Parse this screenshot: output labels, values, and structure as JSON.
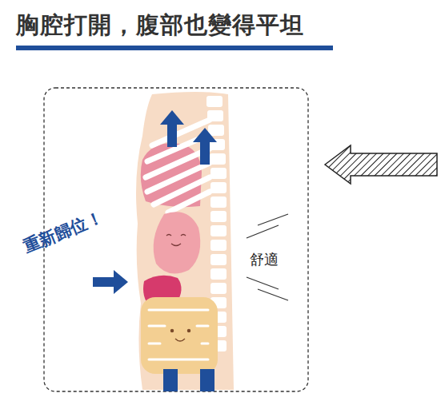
{
  "diagram": {
    "title": "胸腔打開，腹部也變得平坦",
    "labels": [
      "重新歸位！",
      "舒適"
    ]
  }
}
